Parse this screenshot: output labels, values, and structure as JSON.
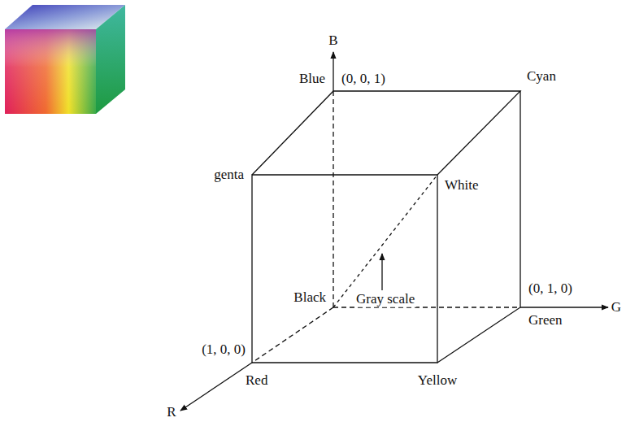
{
  "diagram": {
    "labels": [
      "B",
      "Blue",
      "(0, 0, 1)",
      "Cyan",
      "genta",
      "White",
      "Gray scale",
      "Black",
      "(0, 1, 0)",
      "Green",
      "G",
      "(1, 0, 0)",
      "Red",
      "Yellow",
      "R"
    ]
  }
}
